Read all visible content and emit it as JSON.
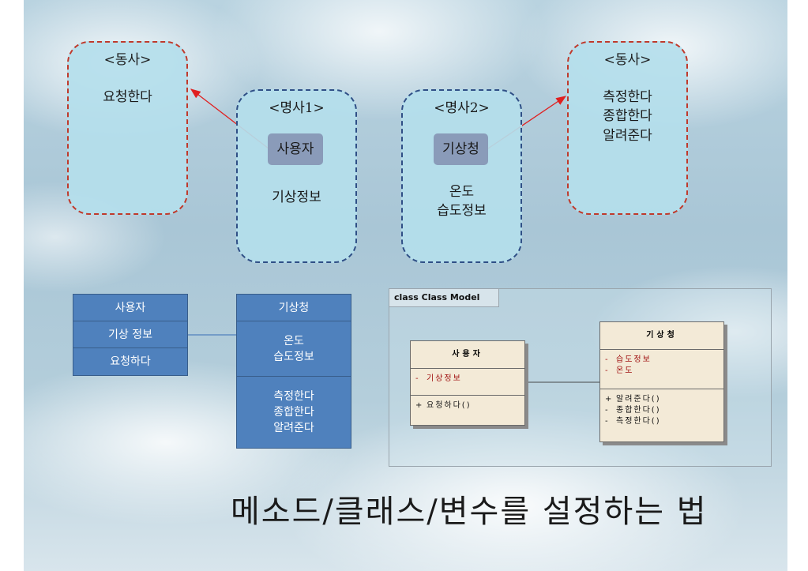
{
  "verb_left": {
    "title": "<동사>",
    "lines": [
      "요청한다"
    ]
  },
  "noun1": {
    "title": "<명사1>",
    "chip": "사용자",
    "lines": [
      "기상정보"
    ]
  },
  "noun2": {
    "title": "<명사2>",
    "chip": "기상청",
    "lines": [
      "온도",
      "습도정보"
    ]
  },
  "verb_right": {
    "title": "<동사>",
    "lines": [
      "측정한다",
      "종합한다",
      "알려준다"
    ]
  },
  "simple_class_user": {
    "name": "사용자",
    "attribute": "기상 정보",
    "method": "요청하다"
  },
  "simple_class_weather": {
    "name": "기상청",
    "attributes": [
      "온도",
      "습도정보"
    ],
    "methods": [
      "측정한다",
      "종합한다",
      "알려준다"
    ]
  },
  "uml": {
    "frame_title": "class Class Model",
    "user_class": {
      "name": "사용자",
      "attributes": [
        {
          "vis": "-",
          "name": "기상정보"
        }
      ],
      "operations": [
        {
          "vis": "+",
          "name": "요청하다()"
        }
      ]
    },
    "weather_class": {
      "name": "기상청",
      "attributes": [
        {
          "vis": "-",
          "name": "습도정보"
        },
        {
          "vis": "-",
          "name": "온도"
        }
      ],
      "operations": [
        {
          "vis": "+",
          "name": "알려준다()"
        },
        {
          "vis": "-",
          "name": "종합한다()"
        },
        {
          "vis": "-",
          "name": "측정한다()"
        }
      ]
    }
  },
  "footer_title": "메소드/클래스/변수를 설정하는 법",
  "colors": {
    "verb_border": "#c0392b",
    "noun_border": "#2f4f86",
    "box_fill": "#b4deec",
    "chip": "#8a9bb9",
    "simple_class": "#4f81bd",
    "arrow": "#e02020",
    "uml_fill": "#f3ead7",
    "uml_attr": "#a01010"
  }
}
